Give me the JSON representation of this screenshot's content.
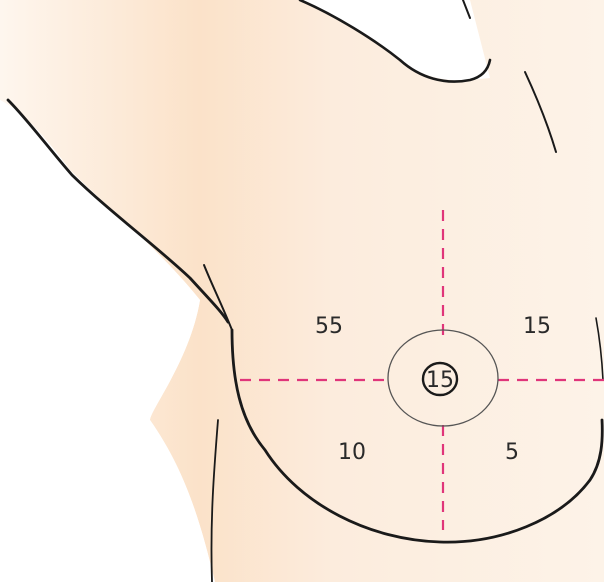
{
  "quadrant_labels": {
    "upper_outer": "55",
    "upper_inner": "15",
    "lower_outer": "10",
    "lower_inner": "5",
    "central": "15"
  },
  "colors": {
    "skin_light": "#fdf4ea",
    "skin_mid": "#fbe1c8",
    "outline": "#1a1a1a",
    "dash": "#e0357a",
    "areola_stroke": "#555555",
    "text": "#2a2a2a"
  }
}
